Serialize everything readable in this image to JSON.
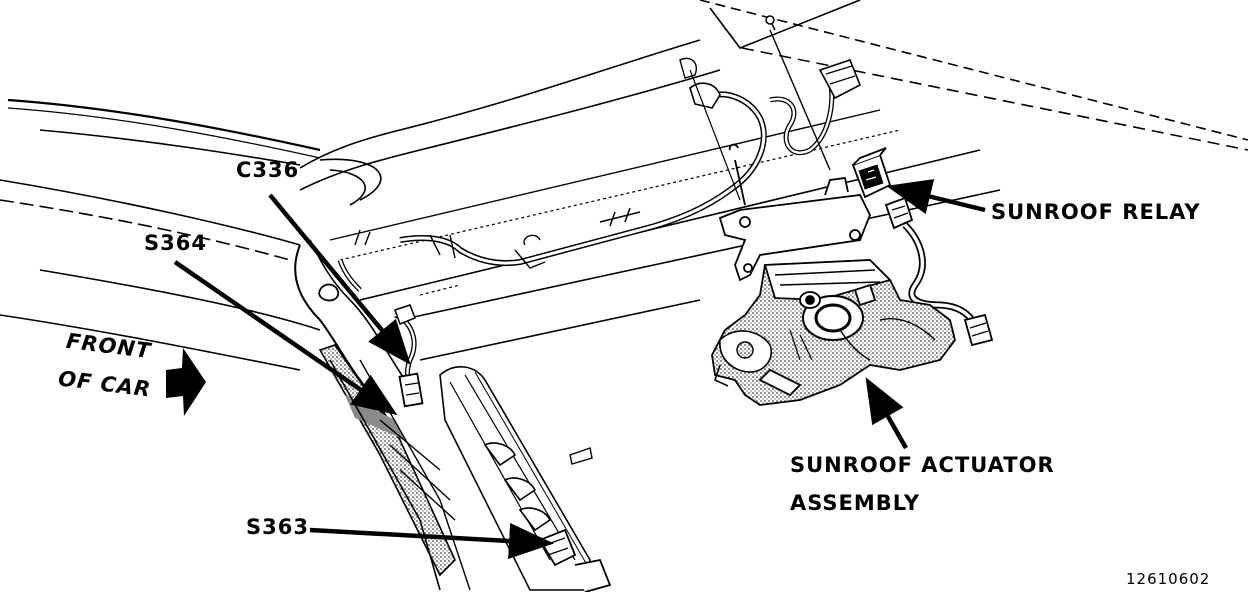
{
  "labels": {
    "c336": "C336",
    "s364": "S364",
    "s363": "S363",
    "sunroof_relay": "SUNROOF RELAY",
    "sunroof_actuator_line1": "SUNROOF ACTUATOR",
    "sunroof_actuator_line2": "ASSEMBLY",
    "front_of_car_line1": "FRONT",
    "front_of_car_line2": "OF CAR",
    "figure_number": "12610602"
  },
  "colors": {
    "ink": "#000000",
    "background": "#ffffff",
    "shading": "#9a9a9a"
  }
}
